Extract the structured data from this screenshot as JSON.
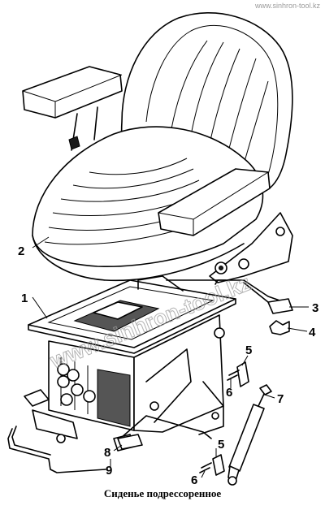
{
  "caption": "Сиденье подрессоренное",
  "watermark": "www.sinhron-tool.kz",
  "watermark_top": "www.sinhron-tool.kz",
  "callouts": [
    "1",
    "2",
    "3",
    "4",
    "5",
    "5",
    "6",
    "6",
    "7",
    "8",
    "9"
  ]
}
